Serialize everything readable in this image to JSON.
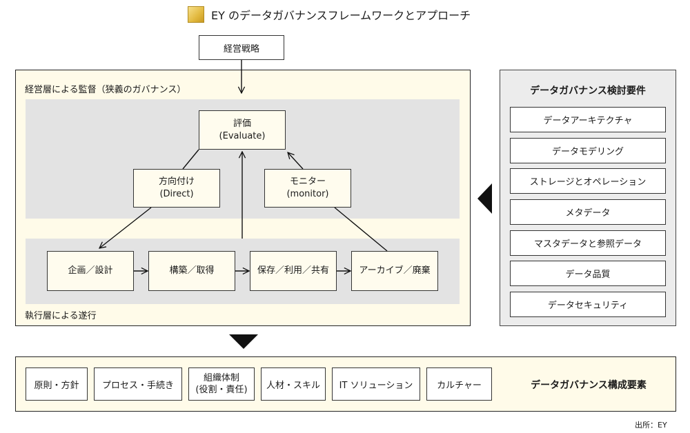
{
  "title": "EY のデータガバナンスフレームワークとアプローチ",
  "strategy": "経営戦略",
  "oversight_label": "経営層による監督（狭義のガバナンス）",
  "evaluate": {
    "line1": "評価",
    "line2": "(Evaluate)"
  },
  "direct": {
    "line1": "方向付け",
    "line2": "(Direct)"
  },
  "monitor": {
    "line1": "モニター",
    "line2": "(monitor)"
  },
  "execution_label": "執行層による遂行",
  "process": [
    "企画／設計",
    "構築／取得",
    "保存／利用／共有",
    "アーカイブ／廃棄"
  ],
  "requirements": {
    "title": "データガバナンス検討要件",
    "items": [
      "データアーキテクチャ",
      "データモデリング",
      "ストレージとオペレーション",
      "メタデータ",
      "マスタデータと参照データ",
      "データ品質",
      "データセキュリティ"
    ]
  },
  "elements": {
    "title": "データガバナンス構成要素",
    "items": [
      {
        "line1": "原則・方針",
        "line2": ""
      },
      {
        "line1": "プロセス・手続き",
        "line2": ""
      },
      {
        "line1": "組織体制",
        "line2": "(役割・責任)"
      },
      {
        "line1": "人材・スキル",
        "line2": ""
      },
      {
        "line1": "IT ソリューション",
        "line2": ""
      },
      {
        "line1": "カルチャー",
        "line2": ""
      }
    ]
  },
  "source": "出所：EY"
}
